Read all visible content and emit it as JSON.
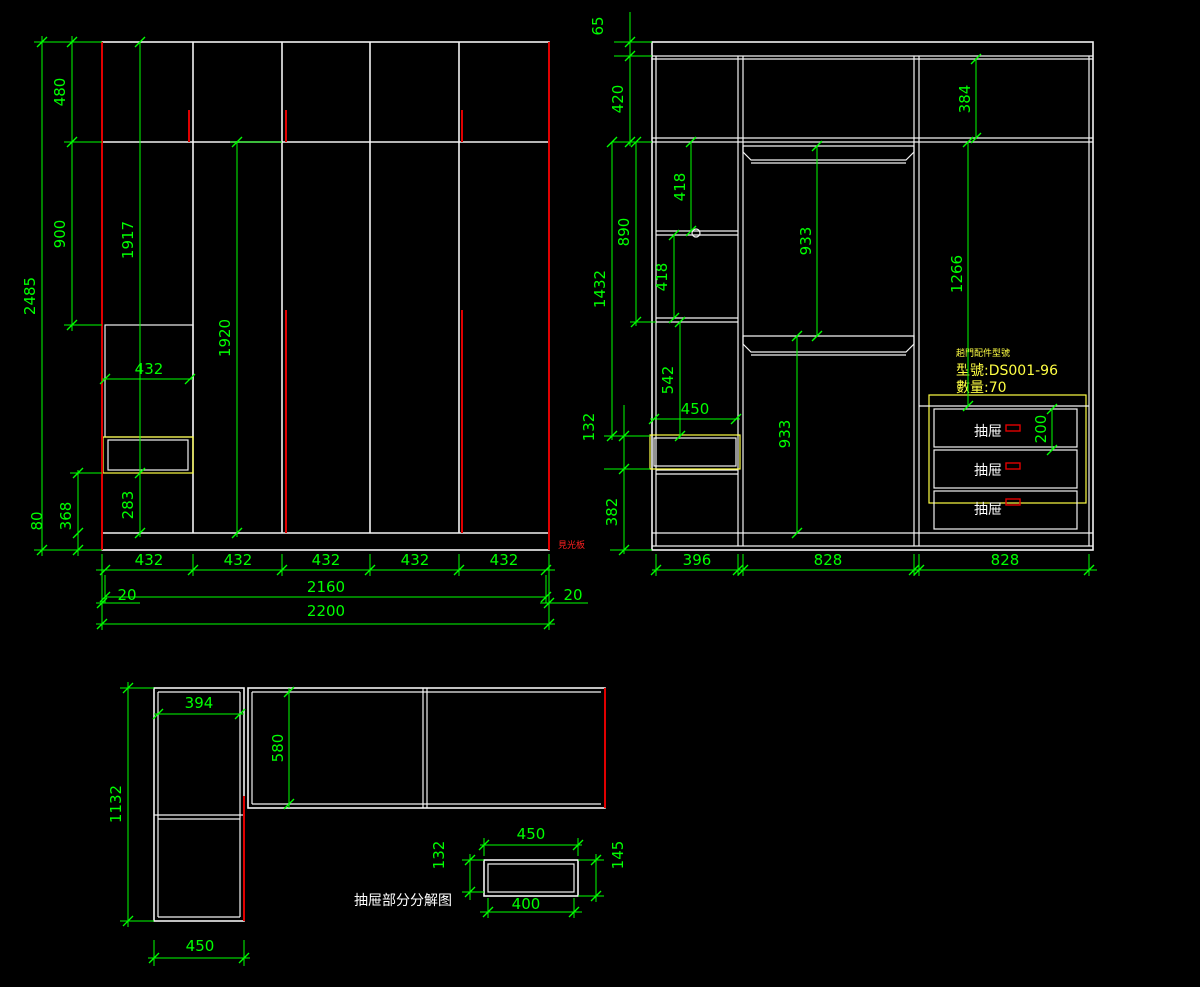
{
  "colors": {
    "background": "#000000",
    "outline": "#f2f2f2",
    "dimension": "#00ff00",
    "door_edge": "#e00000",
    "highlight": "#ffff44"
  },
  "front_view": {
    "dims": {
      "total_height": "2485",
      "top_section": "480",
      "middle_section": "900",
      "door_height_a": "1917",
      "door_height_b": "1920",
      "drawer_width": "432",
      "drawer_to_floor": "283",
      "plinth_368": "368",
      "plinth_80": "80",
      "panel_widths": [
        "432",
        "432",
        "432",
        "432",
        "432"
      ],
      "inner_width": "2160",
      "outer_width": "2200",
      "side_left": "20",
      "side_right": "20"
    },
    "red_note": "見光板"
  },
  "interior_view": {
    "dims": {
      "top_gap": "65",
      "top_cabinet": "420",
      "top_cabinet_right": "384",
      "left_body": "1432",
      "shelf_890": "890",
      "shelf_a": "418",
      "shelf_b": "418",
      "shelf_c": "542",
      "drawer_width": "450",
      "drawer_height": "132",
      "bottom": "382",
      "hang_upper": "933",
      "hang_lower": "933",
      "right_hang": "1266",
      "drawer_front": "200",
      "bottom_widths": [
        "396",
        "828",
        "828"
      ]
    },
    "yellow_lines": [
      "趟門配件型號",
      "型號:DS001-96",
      "數量:70"
    ],
    "drawer_labels": [
      "抽屉",
      "抽屉",
      "抽屉"
    ]
  },
  "plan_view": {
    "dims": {
      "inner_width": "394",
      "depth": "580",
      "side_length": "1132",
      "bottom_width": "450",
      "small_width_top": "450",
      "small_width_bottom": "400",
      "small_h_left": "132",
      "small_h_right": "145"
    },
    "caption": "抽屉部分分解图"
  }
}
